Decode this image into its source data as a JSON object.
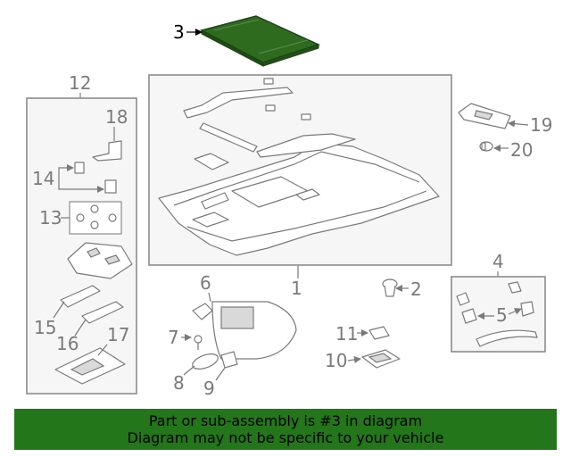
{
  "callouts": {
    "c1": "1",
    "c2": "2",
    "c3": "3",
    "c4": "4",
    "c5": "5",
    "c6": "6",
    "c7": "7",
    "c8": "8",
    "c9": "9",
    "c10": "10",
    "c11": "11",
    "c12": "12",
    "c13": "13",
    "c14": "14",
    "c15": "15",
    "c16": "16",
    "c17": "17",
    "c18": "18",
    "c19": "19",
    "c20": "20"
  },
  "highlight_color": "#2e6b1f",
  "banner": {
    "line1": "Part or sub-assembly is #3 in diagram",
    "line2": "Diagram may not be specific to your vehicle",
    "color": "#23761a"
  }
}
